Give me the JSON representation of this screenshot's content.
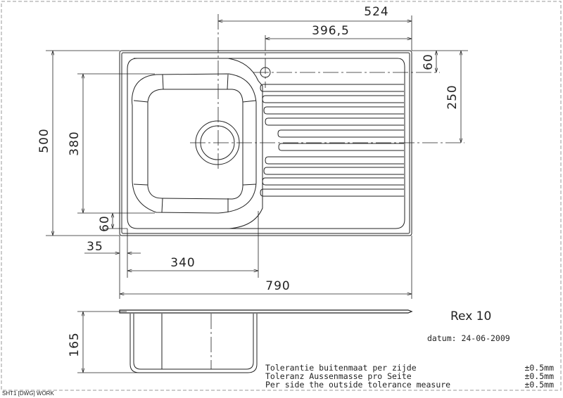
{
  "drawing": {
    "model": "Rex 10",
    "date_label": "datum: 24-06-2009",
    "sheet_label": "SHT1 [DWG] WORK",
    "dimensions": {
      "overall_width": "790",
      "overall_depth": "500",
      "bowl_to_right": "524",
      "tap_to_right": "396,5",
      "tap_from_top": "60",
      "drain_from_top": "250",
      "bowl_depth": "380",
      "bowl_bottom_margin": "60",
      "bowl_left_margin": "35",
      "bowl_width": "340",
      "bowl_height": "165"
    },
    "tolerances": [
      {
        "text": "Tolerantie buitenmaat per zijde",
        "value": "±0.5mm"
      },
      {
        "text": "Toleranz Aussenmasse pro Seite",
        "value": "±0.5mm"
      },
      {
        "text": "Per side the outside tolerance measure",
        "value": "±0.5mm"
      }
    ]
  }
}
